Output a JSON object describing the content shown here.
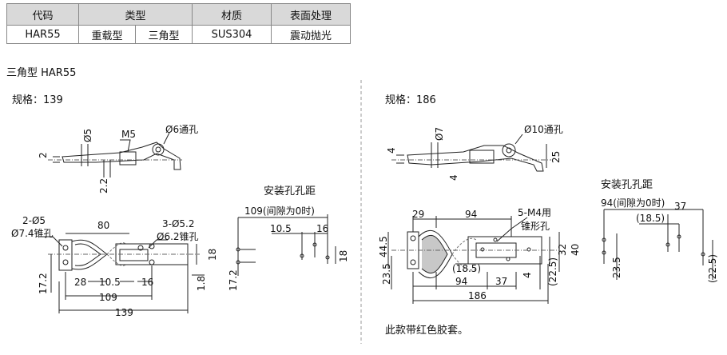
{
  "table": {
    "headers": {
      "code": "代码",
      "type": "类型",
      "material": "材质",
      "surface": "表面处理"
    },
    "row": {
      "code": "HAR55",
      "type_a": "重载型",
      "type_b": "三角型",
      "material": "SUS304",
      "surface": "震动抛光"
    }
  },
  "section_title": "三角型 HAR55",
  "left": {
    "spec": "规格：139",
    "mount_title": "安装孔孔距",
    "dims": {
      "d2": "2",
      "d5": "Ø5",
      "m5": "M5",
      "hole6": "Ø6通孔",
      "d22": "2.2",
      "d2o5": "2-Ø5",
      "d74": "Ø7.4锥孔",
      "d80": "80",
      "d3o52": "3-Ø5.2",
      "d62": "Ø6.2锥孔",
      "d18": "18",
      "d172": "17.2",
      "d28": "28",
      "d105": "10.5",
      "d16": "16",
      "d18b": "1.8",
      "d109": "109",
      "d139": "139",
      "m109": "109(间隙为0时)",
      "m105": "10.5",
      "m16": "16",
      "m18": "18",
      "m172": "17.2"
    }
  },
  "right": {
    "spec": "规格：186",
    "mount_title": "安装孔孔距",
    "note": "此款带红色胶套。",
    "dims": {
      "d4": "4",
      "d7": "Ø7",
      "hole10": "Ø10通孔",
      "d25": "25",
      "d4b": "4",
      "d29": "29",
      "d94": "94",
      "m4": "5-M4用",
      "m4b": "锥形孔",
      "d445": "44.5",
      "d235": "23.5",
      "d185": "(18.5)",
      "d32": "32",
      "d40": "40",
      "d94b": "94",
      "d37": "37",
      "d4c": "4",
      "d225": "(22.5)",
      "d186": "186",
      "m94": "94(间隙为0时)",
      "m37": "37",
      "m185": "(18.5)",
      "m235": "23.5",
      "m225": "(22.5)"
    }
  },
  "colors": {
    "line": "#222222",
    "rubber": "#c8c8c8",
    "header_bg": "#d9d9d9"
  }
}
